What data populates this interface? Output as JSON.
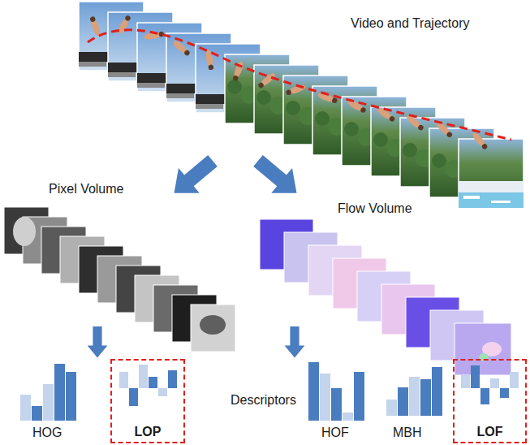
{
  "diagram": {
    "nodes": [
      {
        "text": [
          "LOP"
        ]
      },
      {
        "text": [
          "LOF"
        ]
      }
    ],
    "labels": [
      "Video and Trajectory",
      "Pixel Volume",
      "Flow Volume",
      "Descriptors",
      "HOG",
      "HOF",
      "MBH"
    ]
  }
}
